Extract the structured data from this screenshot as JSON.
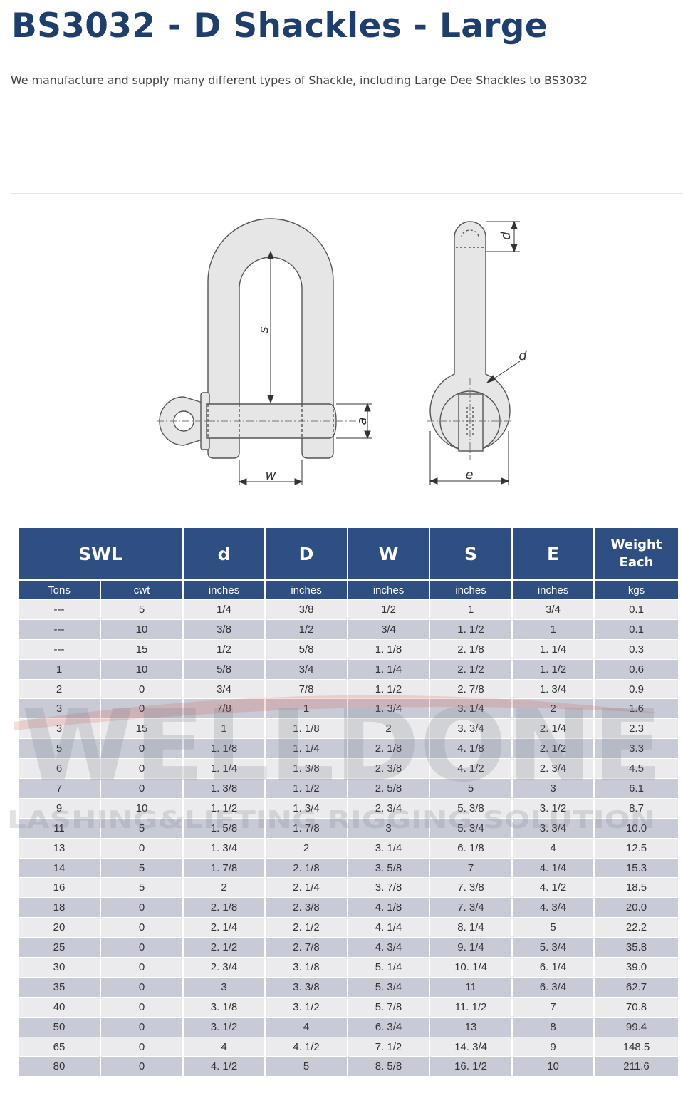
{
  "page": {
    "title": "BS3032 - D Shackles - Large",
    "intro": "We manufacture and supply many different types of Shackle, including Large Dee Shackles to BS3032"
  },
  "diagram": {
    "labels": {
      "s": "s",
      "a": "a",
      "w": "w",
      "d_top": "d",
      "d_side": "d",
      "e": "e"
    },
    "colors": {
      "body_fill": "#e6e6e6",
      "stroke": "#555555"
    }
  },
  "table": {
    "header": [
      "SWL",
      "d",
      "D",
      "W",
      "S",
      "E",
      "Weight Each"
    ],
    "units": [
      "Tons",
      "cwt",
      "inches",
      "inches",
      "inches",
      "inches",
      "inches",
      "kgs"
    ],
    "rows": [
      [
        "---",
        "5",
        "1/4",
        "3/8",
        "1/2",
        "1",
        "3/4",
        "0.1"
      ],
      [
        "---",
        "10",
        "3/8",
        "1/2",
        "3/4",
        "1. 1/2",
        "1",
        "0.1"
      ],
      [
        "---",
        "15",
        "1/2",
        "5/8",
        "1. 1/8",
        "2. 1/8",
        "1. 1/4",
        "0.3"
      ],
      [
        "1",
        "10",
        "5/8",
        "3/4",
        "1. 1/4",
        "2. 1/2",
        "1. 1/2",
        "0.6"
      ],
      [
        "2",
        "0",
        "3/4",
        "7/8",
        "1. 1/2",
        "2. 7/8",
        "1. 3/4",
        "0.9"
      ],
      [
        "3",
        "0",
        "7/8",
        "1",
        "1. 3/4",
        "3. 1/4",
        "2",
        "1.6"
      ],
      [
        "3",
        "15",
        "1",
        "1. 1/8",
        "2",
        "3. 3/4",
        "2. 1/4",
        "2.3"
      ],
      [
        "5",
        "0",
        "1. 1/8",
        "1. 1/4",
        "2. 1/8",
        "4. 1/8",
        "2. 1/2",
        "3.3"
      ],
      [
        "6",
        "0",
        "1. 1/4",
        "1. 3/8",
        "2. 3/8",
        "4. 1/2",
        "2. 3/4",
        "4.5"
      ],
      [
        "7",
        "0",
        "1. 3/8",
        "1. 1/2",
        "2. 5/8",
        "5",
        "3",
        "6.1"
      ],
      [
        "9",
        "10",
        "1. 1/2",
        "1. 3/4",
        "2. 3/4",
        "5. 3/8",
        "3. 1/2",
        "8.7"
      ],
      [
        "11",
        "5",
        "1. 5/8",
        "1. 7/8",
        "3",
        "5. 3/4",
        "3. 3/4",
        "10.0"
      ],
      [
        "13",
        "0",
        "1. 3/4",
        "2",
        "3. 1/4",
        "6. 1/8",
        "4",
        "12.5"
      ],
      [
        "14",
        "5",
        "1. 7/8",
        "2. 1/8",
        "3. 5/8",
        "7",
        "4. 1/4",
        "15.3"
      ],
      [
        "16",
        "5",
        "2",
        "2. 1/4",
        "3. 7/8",
        "7. 3/8",
        "4. 1/2",
        "18.5"
      ],
      [
        "18",
        "0",
        "2. 1/8",
        "2. 3/8",
        "4. 1/8",
        "7. 3/4",
        "4. 3/4",
        "20.0"
      ],
      [
        "20",
        "0",
        "2. 1/4",
        "2. 1/2",
        "4. 1/4",
        "8. 1/4",
        "5",
        "22.2"
      ],
      [
        "25",
        "0",
        "2. 1/2",
        "2. 7/8",
        "4. 3/4",
        "9. 1/4",
        "5. 3/4",
        "35.8"
      ],
      [
        "30",
        "0",
        "2. 3/4",
        "3. 1/8",
        "5. 1/4",
        "10. 1/4",
        "6. 1/4",
        "39.0"
      ],
      [
        "35",
        "0",
        "3",
        "3. 3/8",
        "5. 3/4",
        "11",
        "6. 3/4",
        "62.7"
      ],
      [
        "40",
        "0",
        "3. 1/8",
        "3. 1/2",
        "5. 7/8",
        "11. 1/2",
        "7",
        "70.8"
      ],
      [
        "50",
        "0",
        "3. 1/2",
        "4",
        "6. 3/4",
        "13",
        "8",
        "99.4"
      ],
      [
        "65",
        "0",
        "4",
        "4. 1/2",
        "7. 1/2",
        "14. 3/4",
        "9",
        "148.5"
      ],
      [
        "80",
        "0",
        "4. 1/2",
        "5",
        "8. 5/8",
        "16. 1/2",
        "10",
        "211.6"
      ]
    ]
  },
  "watermark": {
    "brand": "WELLDONE",
    "tagline": "LASHING&LIFTING RIGGING SOLUTION",
    "colors": {
      "brand": "#7a7f8a",
      "accent": "#d94a3a"
    }
  }
}
